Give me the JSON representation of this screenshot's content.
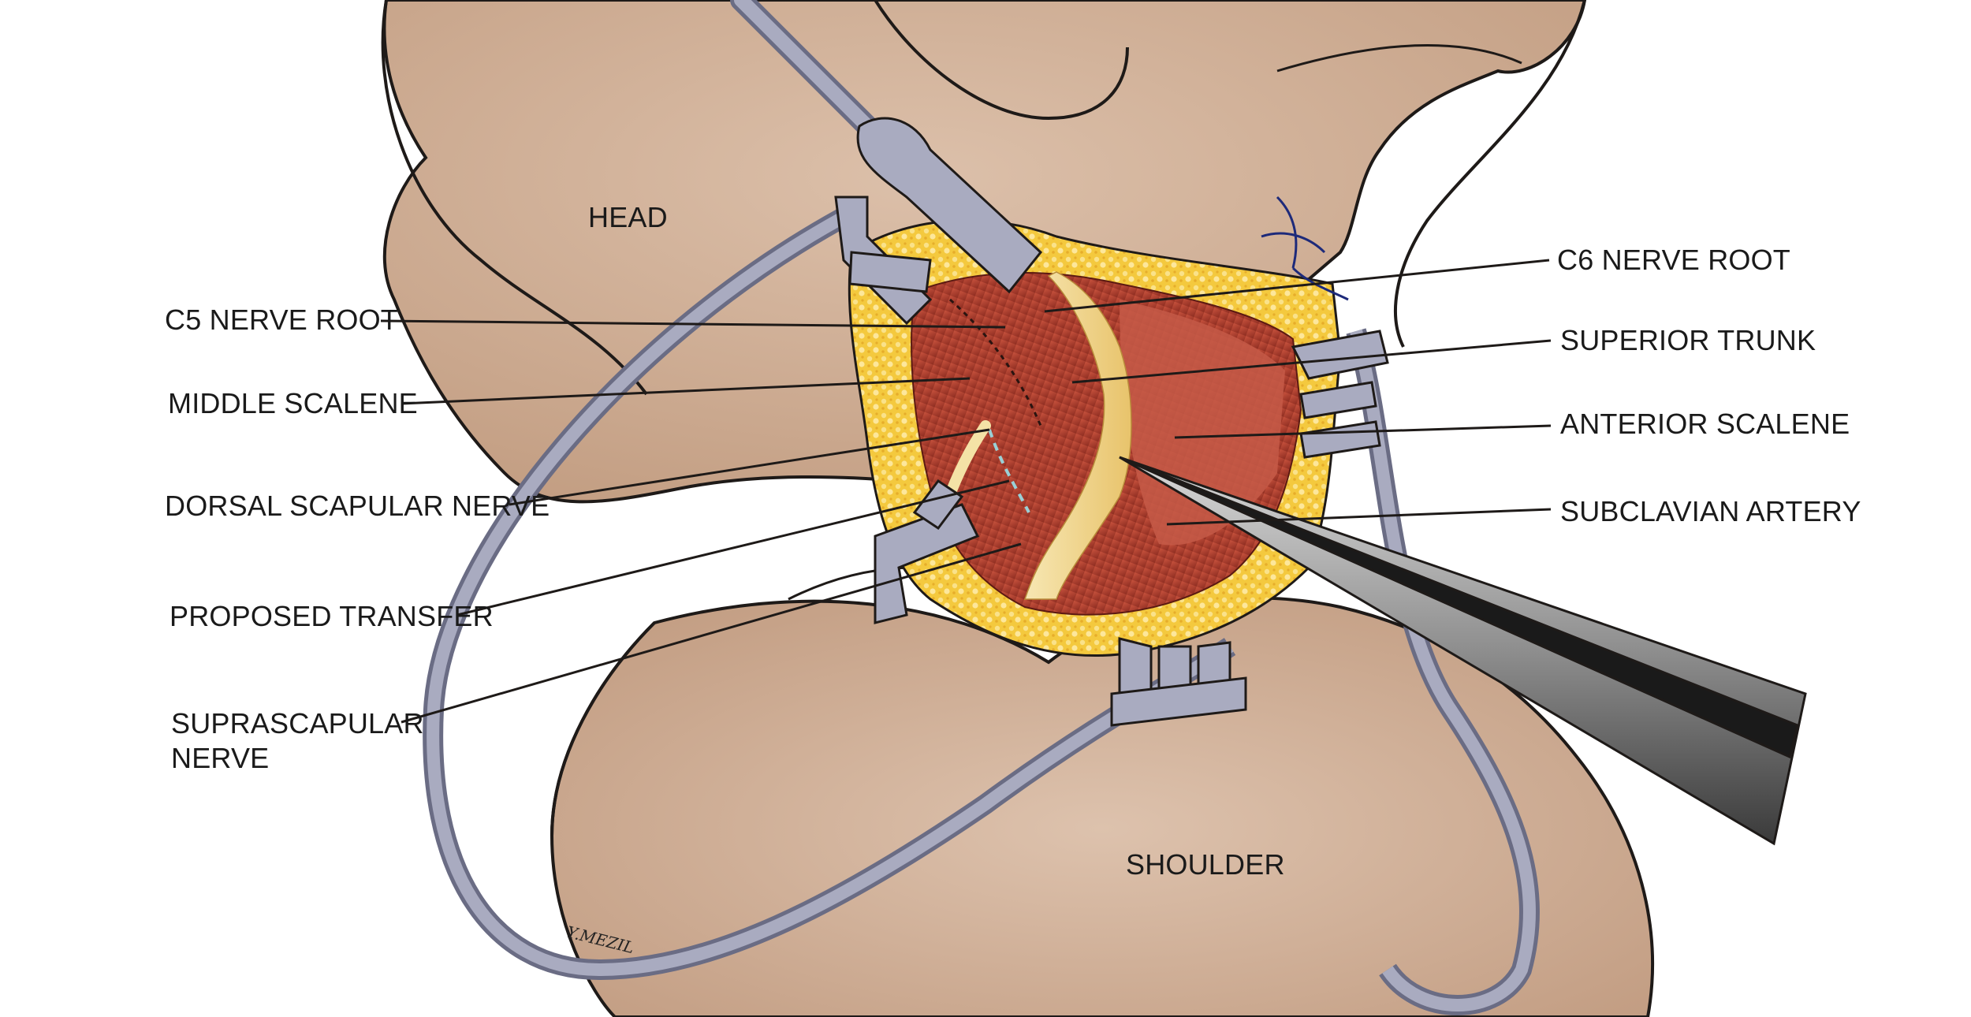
{
  "diagram": {
    "region_labels": {
      "head": "HEAD",
      "shoulder": "SHOULDER"
    },
    "left_labels": {
      "c5_nerve_root": "C5 NERVE ROOT",
      "middle_scalene": "MIDDLE SCALENE",
      "dorsal_scapular_nerve": "DORSAL SCAPULAR NERVE",
      "proposed_transfer": "PROPOSED TRANSFER",
      "suprascapular_nerve_line1": "SUPRASCAPULAR",
      "suprascapular_nerve_line2": "NERVE"
    },
    "right_labels": {
      "c6_nerve_root": "C6 NERVE ROOT",
      "superior_trunk": "SUPERIOR TRUNK",
      "anterior_scalene": "ANTERIOR SCALENE",
      "subclavian_artery": "SUBCLAVIAN ARTERY"
    },
    "signature": "Y.MEZIL",
    "colors": {
      "skin": "#c9a489",
      "skin_light": "#dcc0aa",
      "fat": "#f2c53d",
      "muscle": "#b3402e",
      "muscle_light": "#cf6b58",
      "nerve": "#f4e2a6",
      "retractor": "#a9abc0",
      "retractor_dark": "#6a6c84",
      "forceps": "#9b9b9b",
      "outline": "#1e1a18",
      "suture": "#1d2a7a"
    }
  }
}
